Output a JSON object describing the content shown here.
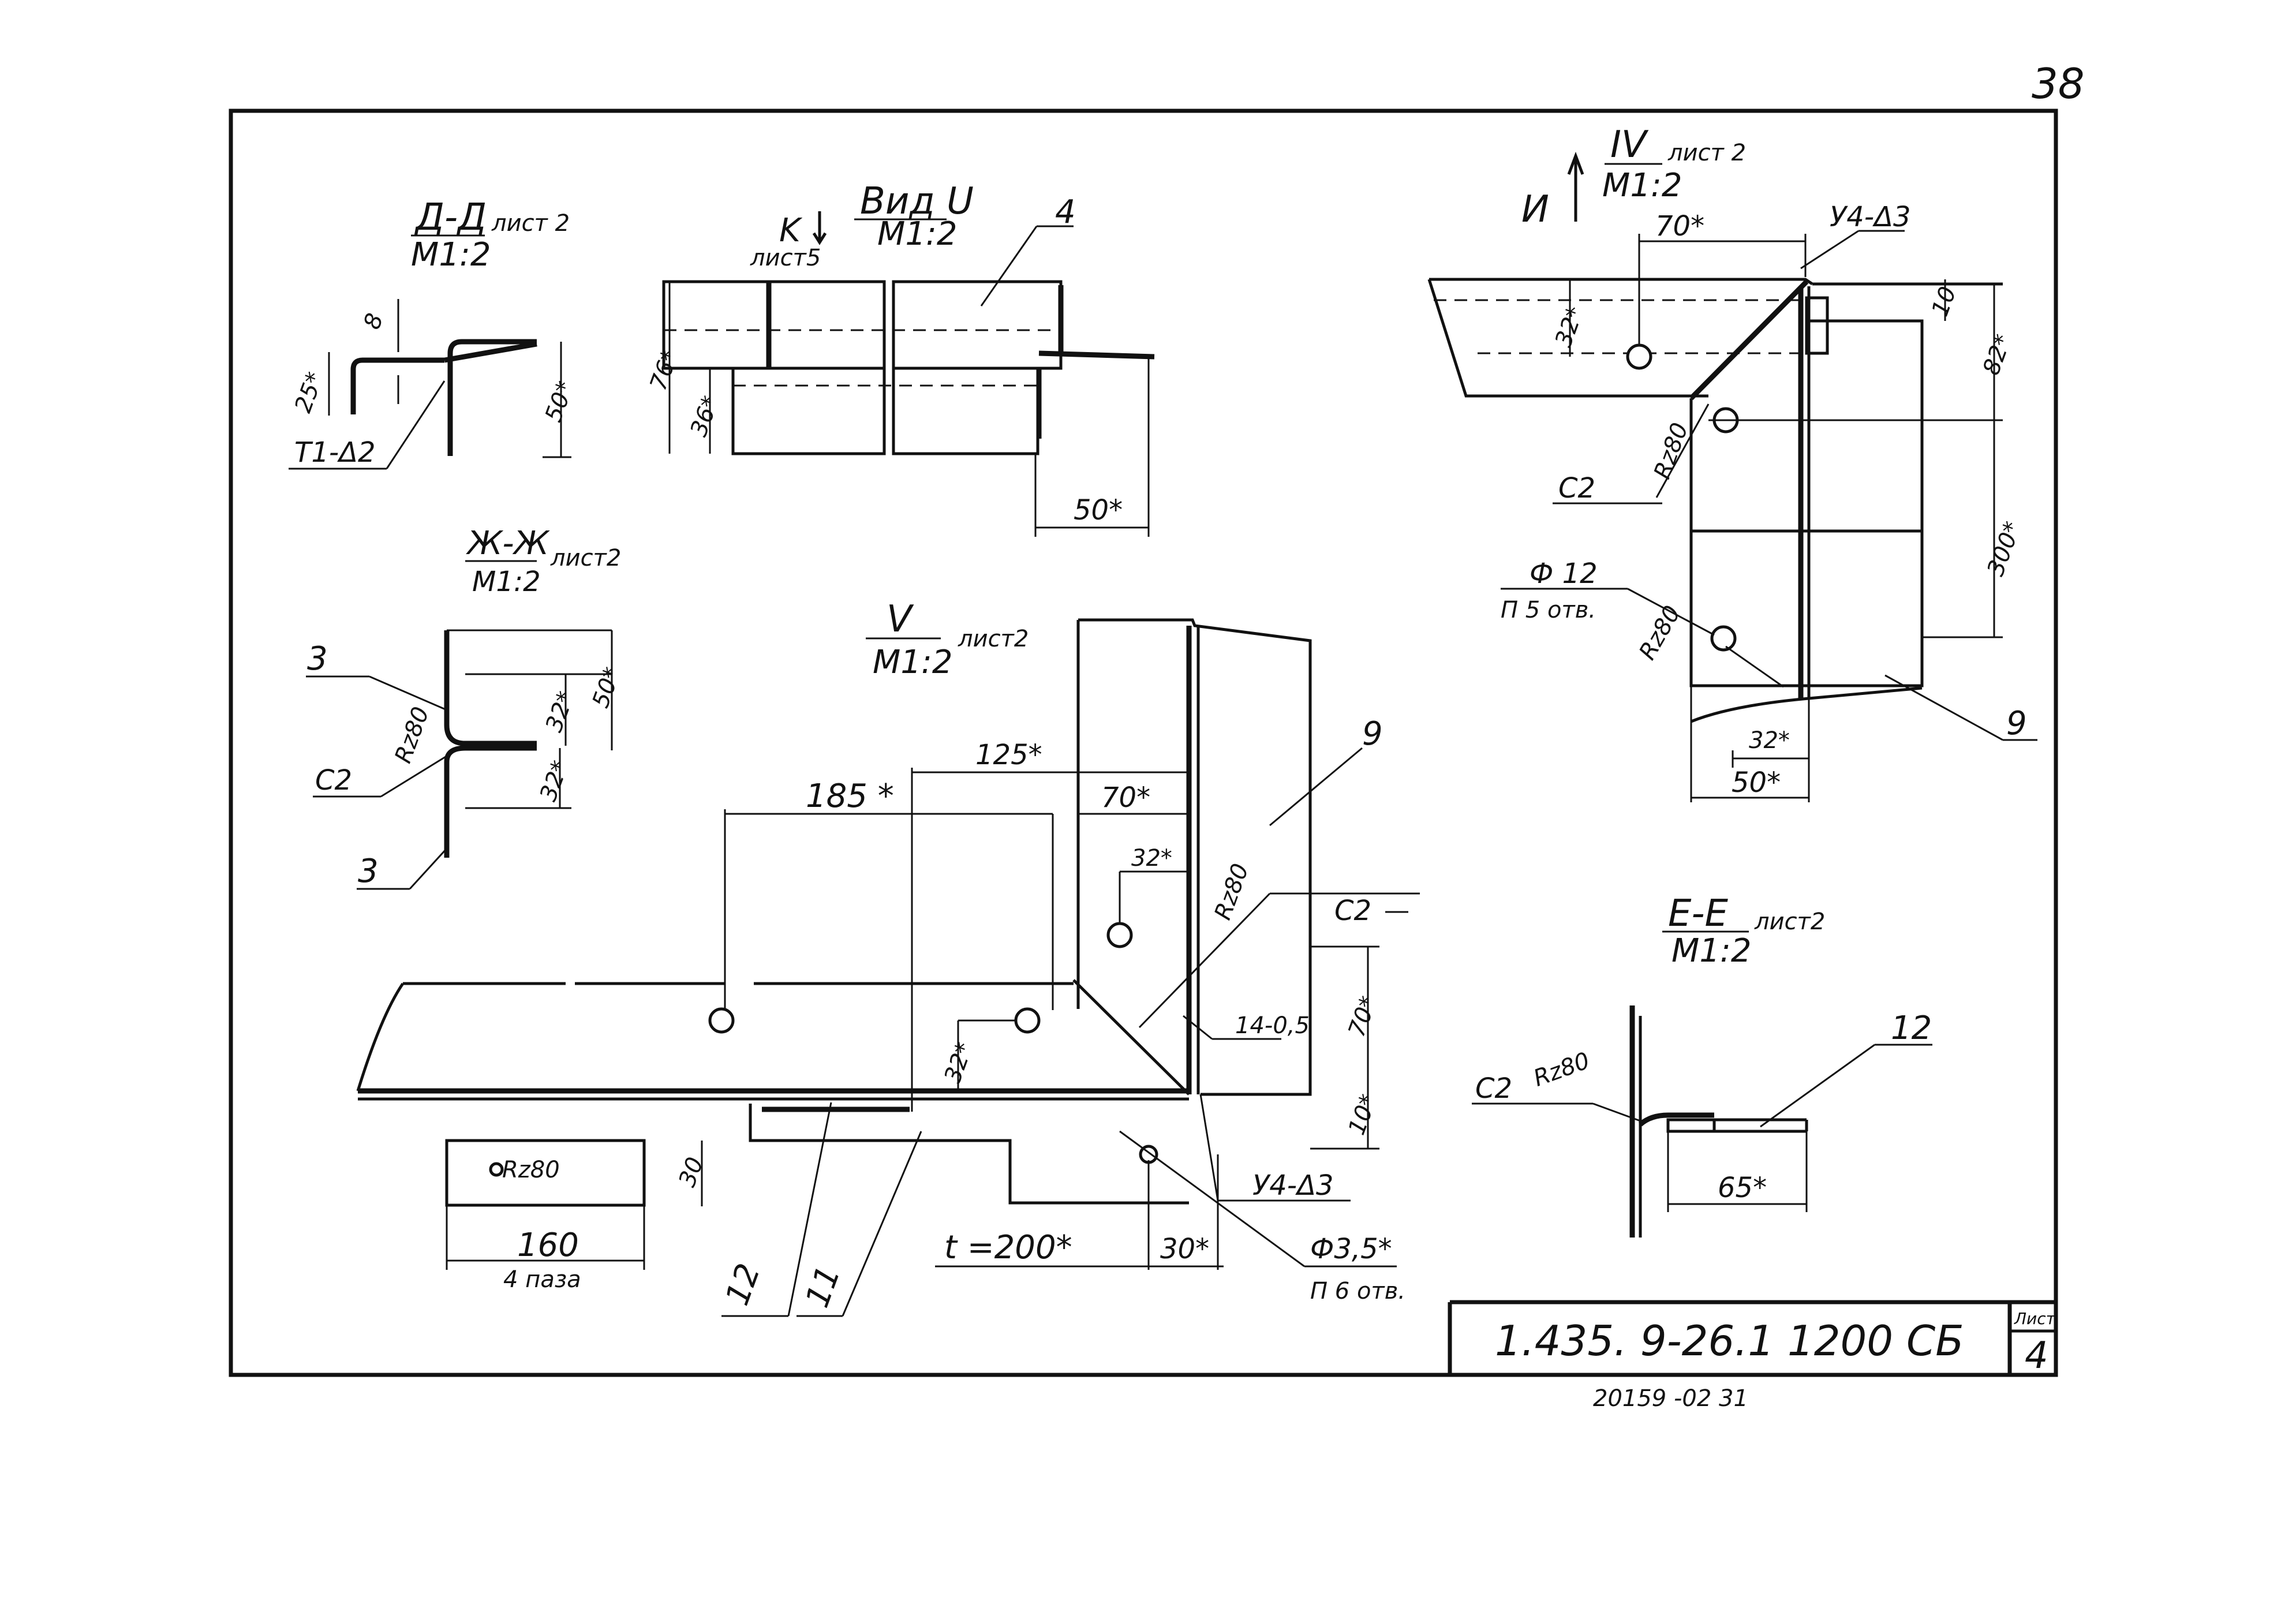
{
  "page_number": "38",
  "views": {
    "dd": {
      "title": "Д-Д",
      "scale": "M1:2",
      "ref": "лист 2",
      "dim_gap": "8",
      "dim_left": "25*",
      "dim_right": "50*",
      "weld": "T1-Δ2"
    },
    "vid_u": {
      "title": "Вид U",
      "scale": "M1:2",
      "arrow": "K",
      "arrow_ref": "лист5",
      "part": "4",
      "dim_total": "76*",
      "dim_lower": "36*",
      "dim_bottom": "50*"
    },
    "zhzh": {
      "title": "Ж-Ж",
      "scale": "M1:2",
      "ref": "лист2",
      "part_top": "3",
      "part_bottom": "3",
      "weld": "C2",
      "roughness": "Rz80",
      "dim_outer": "50*",
      "dim_upper": "32*",
      "dim_lower": "32*"
    },
    "iv": {
      "title": "IV",
      "scale": "M1:2",
      "ref": "лист 2",
      "arrow": "И",
      "dim_top": "70*",
      "weld_top": "У4-Δ3",
      "dim_gap": "10",
      "dim_vert_left": "32*",
      "dim_right_upper": "82*",
      "roughness": "Rz80",
      "weld": "C2",
      "hole": "Ф 12",
      "hole_note": "П 5 отв.",
      "roughness2": "Rz80",
      "dim_right_lower": "300*",
      "dim_bottom1": "32*",
      "dim_bottom2": "50*",
      "part": "9"
    },
    "v": {
      "title": "V",
      "scale": "M1:2",
      "ref": "лист2",
      "dim_185": "185 *",
      "dim_125": "125*",
      "dim_70": "70*",
      "dim_32a": "32*",
      "roughness": "Rz80",
      "part_9": "9",
      "weld_c2": "C2",
      "dim_70v": "70*",
      "weld_14": "14-0,5",
      "dim_32b": "32*",
      "dim_10": "10*",
      "weld_y4": "У4-Δ3",
      "dim_30": "30",
      "slot_roughness": "Rz80",
      "dim_160": "160",
      "slot_note": "4 паза",
      "dim_t": "t =200*",
      "dim_30b": "30*",
      "hole": "Ф3,5*",
      "hole_note": "П 6 отв.",
      "part_12": "12",
      "part_11": "11"
    },
    "ee": {
      "title": "E-E",
      "scale": "M1:2",
      "ref": "лист2",
      "weld": "C2",
      "roughness": "Rz80",
      "part": "12",
      "dim": "65*"
    }
  },
  "title_block": {
    "designation": "1.435. 9-26.1  1200 СБ",
    "sheet_label": "Лист",
    "sheet_number": "4"
  },
  "archive_number": "20159 -02  31"
}
